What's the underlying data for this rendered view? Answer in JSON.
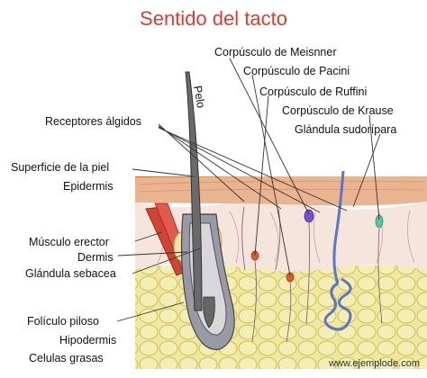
{
  "title": "Sentido del tacto",
  "colors": {
    "title": "#e8372c",
    "surface_line": "#c77a32",
    "epidermis": "#e9b48f",
    "dermis": "#f6e5dc",
    "hypodermis": "#efe8a2",
    "fat_cell_stroke": "#cdbf52",
    "muscle": "#cf4436",
    "gland": "#f2e6a2",
    "hair": "#555555",
    "duct": "#5d74c9",
    "corpuscle_meissner": "#7b4fd0",
    "corpuscle_pacini": "#e0582f",
    "corpuscle_krause": "#56c8a8",
    "leader_line": "#333333"
  },
  "labels": {
    "left": {
      "receptores_algidos": "Receptores álgidos",
      "superficie": "Superficie de la piel",
      "epidermis": "Epidermis",
      "musculo_erector": "Músculo erector",
      "dermis": "Dermis",
      "glandula_sebacea": "Glándula sebacea",
      "foliculo_piloso": "Folículo piloso",
      "hipodermis": "Hipodermis",
      "celulas_grasas": "Celulas grasas"
    },
    "right": {
      "meissner": "Corpúsculo de Meisnner",
      "pacini": "Corpúsculo de Pacini",
      "ruffini": "Corpúsculo de Ruffini",
      "krause": "Corpúsculo de Krause",
      "sudoripara": "Glándula sudorípara"
    },
    "hair": "Pelo"
  },
  "credit": "www.ejemplode.com"
}
